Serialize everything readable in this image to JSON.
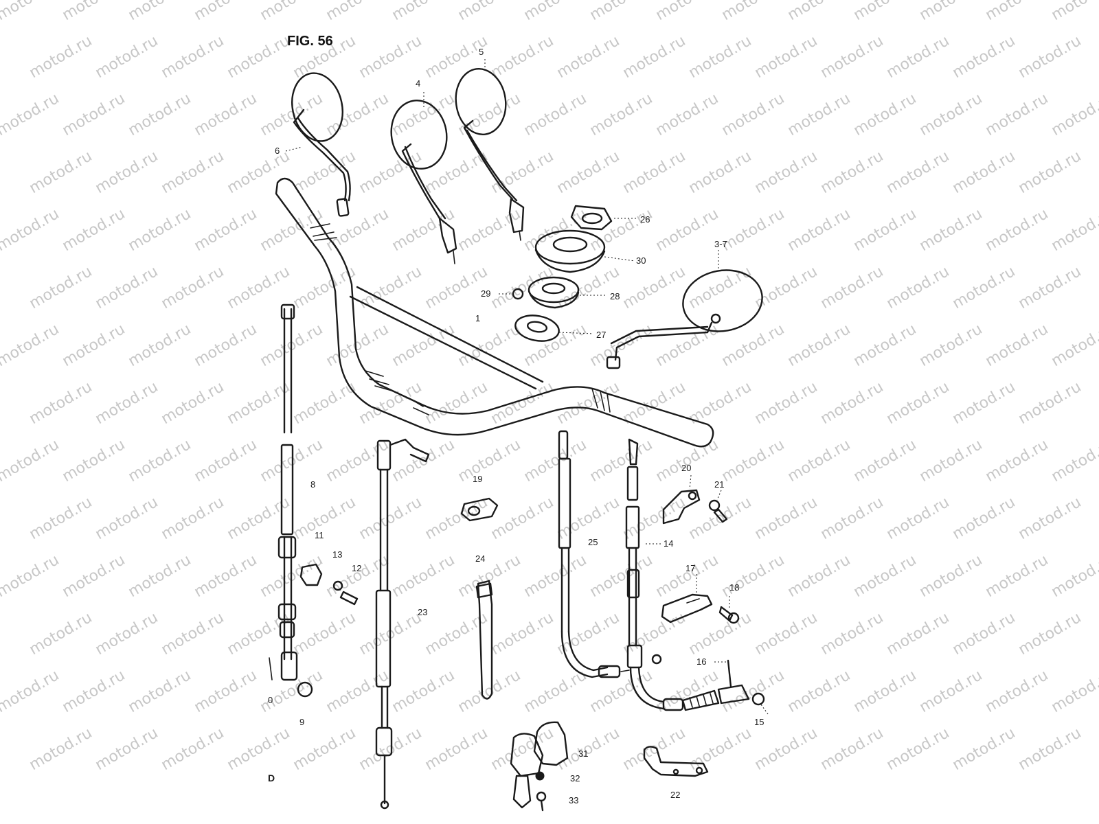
{
  "figure": {
    "title": "FIG. 56",
    "watermark": "motod.ru",
    "corner_mark": "D"
  },
  "callouts": [
    {
      "id": "c1",
      "text": "1"
    },
    {
      "id": "c37",
      "text": "3-7"
    },
    {
      "id": "c4",
      "text": "4"
    },
    {
      "id": "c5",
      "text": "5"
    },
    {
      "id": "c6",
      "text": "6"
    },
    {
      "id": "c8",
      "text": "8"
    },
    {
      "id": "c9",
      "text": "9"
    },
    {
      "id": "c10",
      "text": "0"
    },
    {
      "id": "c11",
      "text": "11"
    },
    {
      "id": "c12",
      "text": "12"
    },
    {
      "id": "c13",
      "text": "13"
    },
    {
      "id": "c14",
      "text": "14"
    },
    {
      "id": "c15",
      "text": "15"
    },
    {
      "id": "c16",
      "text": "16"
    },
    {
      "id": "c17",
      "text": "17"
    },
    {
      "id": "c18",
      "text": "18"
    },
    {
      "id": "c19",
      "text": "19"
    },
    {
      "id": "c20",
      "text": "20"
    },
    {
      "id": "c21",
      "text": "21"
    },
    {
      "id": "c22",
      "text": "22"
    },
    {
      "id": "c23",
      "text": "23"
    },
    {
      "id": "c24",
      "text": "24"
    },
    {
      "id": "c25",
      "text": "25"
    },
    {
      "id": "c26",
      "text": "26"
    },
    {
      "id": "c27",
      "text": "27"
    },
    {
      "id": "c28",
      "text": "28"
    },
    {
      "id": "c29",
      "text": "29"
    },
    {
      "id": "c30",
      "text": "30"
    },
    {
      "id": "c31",
      "text": "31"
    },
    {
      "id": "c32",
      "text": "32"
    },
    {
      "id": "c33",
      "text": "33"
    }
  ]
}
